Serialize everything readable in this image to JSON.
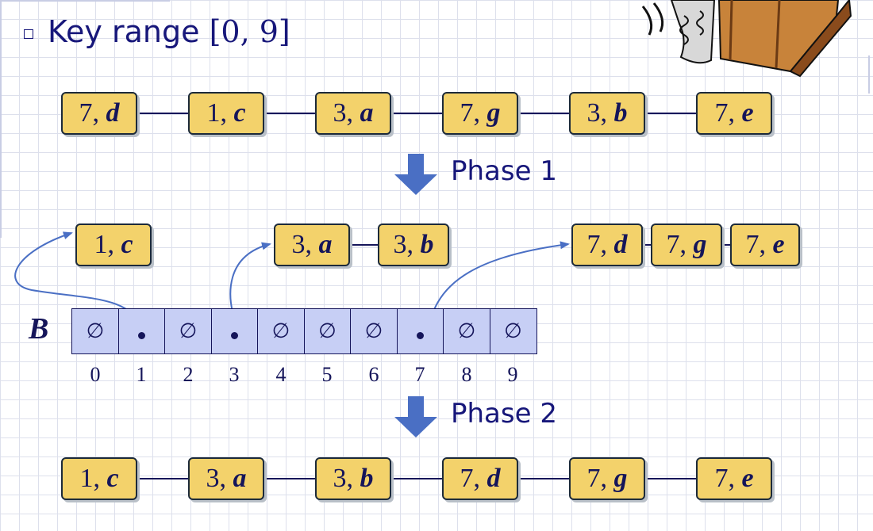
{
  "heading": {
    "text": "Key range",
    "range": "[0, 9]"
  },
  "input_sequence": [
    {
      "key": "7",
      "val": "d"
    },
    {
      "key": "1",
      "val": "c"
    },
    {
      "key": "3",
      "val": "a"
    },
    {
      "key": "7",
      "val": "g"
    },
    {
      "key": "3",
      "val": "b"
    },
    {
      "key": "7",
      "val": "e"
    }
  ],
  "phase1_label": "Phase 1",
  "phase2_label": "Phase 2",
  "bucket_label": "B",
  "empty_symbol": "∅",
  "bucket_indices": [
    "0",
    "1",
    "2",
    "3",
    "4",
    "5",
    "6",
    "7",
    "8",
    "9"
  ],
  "buckets": [
    {
      "index": "0",
      "entries": []
    },
    {
      "index": "1",
      "entries": [
        {
          "key": "1",
          "val": "c"
        }
      ]
    },
    {
      "index": "2",
      "entries": []
    },
    {
      "index": "3",
      "entries": [
        {
          "key": "3",
          "val": "a"
        },
        {
          "key": "3",
          "val": "b"
        }
      ]
    },
    {
      "index": "4",
      "entries": []
    },
    {
      "index": "5",
      "entries": []
    },
    {
      "index": "6",
      "entries": []
    },
    {
      "index": "7",
      "entries": [
        {
          "key": "7",
          "val": "d"
        },
        {
          "key": "7",
          "val": "g"
        },
        {
          "key": "7",
          "val": "e"
        }
      ]
    },
    {
      "index": "8",
      "entries": []
    },
    {
      "index": "9",
      "entries": []
    }
  ],
  "output_sequence": [
    {
      "key": "1",
      "val": "c"
    },
    {
      "key": "3",
      "val": "a"
    },
    {
      "key": "3",
      "val": "b"
    },
    {
      "key": "7",
      "val": "d"
    },
    {
      "key": "7",
      "val": "g"
    },
    {
      "key": "7",
      "val": "e"
    }
  ],
  "colors": {
    "node_fill": "#f3d26b",
    "bucket_fill": "#c7cff5",
    "text": "#17177a",
    "arrow": "#4a6fc4"
  }
}
